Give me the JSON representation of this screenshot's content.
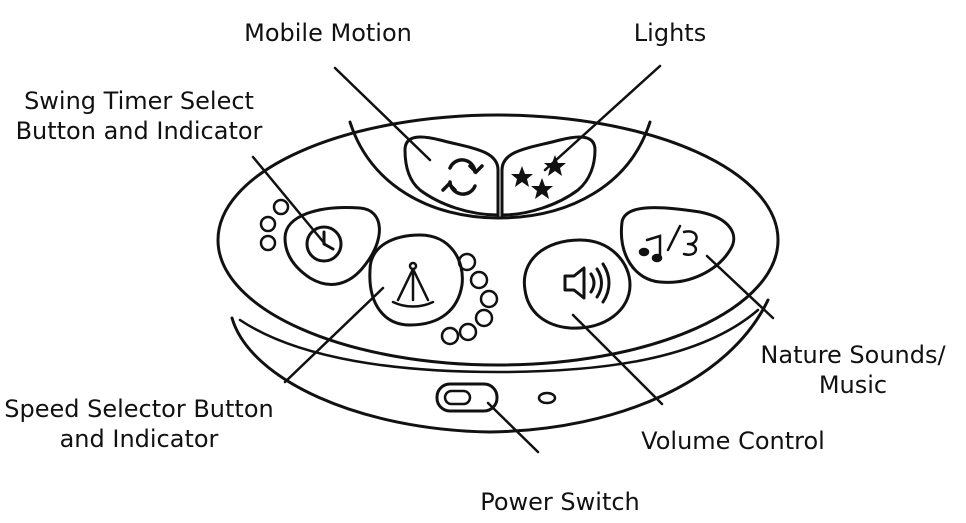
{
  "labels": {
    "mobile_motion": "Mobile Motion",
    "lights": "Lights",
    "swing_timer": [
      "Swing Timer Select",
      "Button and Indicator"
    ],
    "speed_selector": [
      "Speed Selector Button",
      "and Indicator"
    ],
    "nature_sounds": [
      "Nature Sounds/",
      "Music"
    ],
    "volume_control": "Volume Control",
    "power_switch": "Power Switch"
  },
  "colors": {
    "ink": "#111111",
    "paper": "#ffffff"
  },
  "icons": [
    "circular-arrows-icon",
    "stars-icon",
    "clock-icon",
    "pendulum-icon",
    "speaker-icon",
    "music-note-icon"
  ]
}
